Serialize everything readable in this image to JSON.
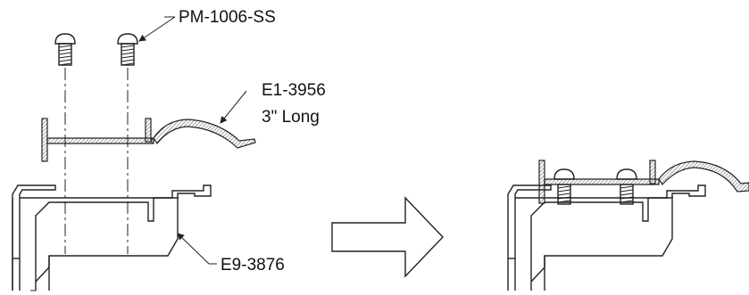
{
  "labels": {
    "screw": "PM-1006-SS",
    "cap_part": "E1-3956",
    "cap_length": "3\" Long",
    "extrusion": "E9-3876"
  },
  "icons": {
    "screw": "pan-head-screw-icon",
    "arrow": "block-arrow-right-icon"
  },
  "colors": {
    "ink": "#222222",
    "background": "#ffffff"
  }
}
